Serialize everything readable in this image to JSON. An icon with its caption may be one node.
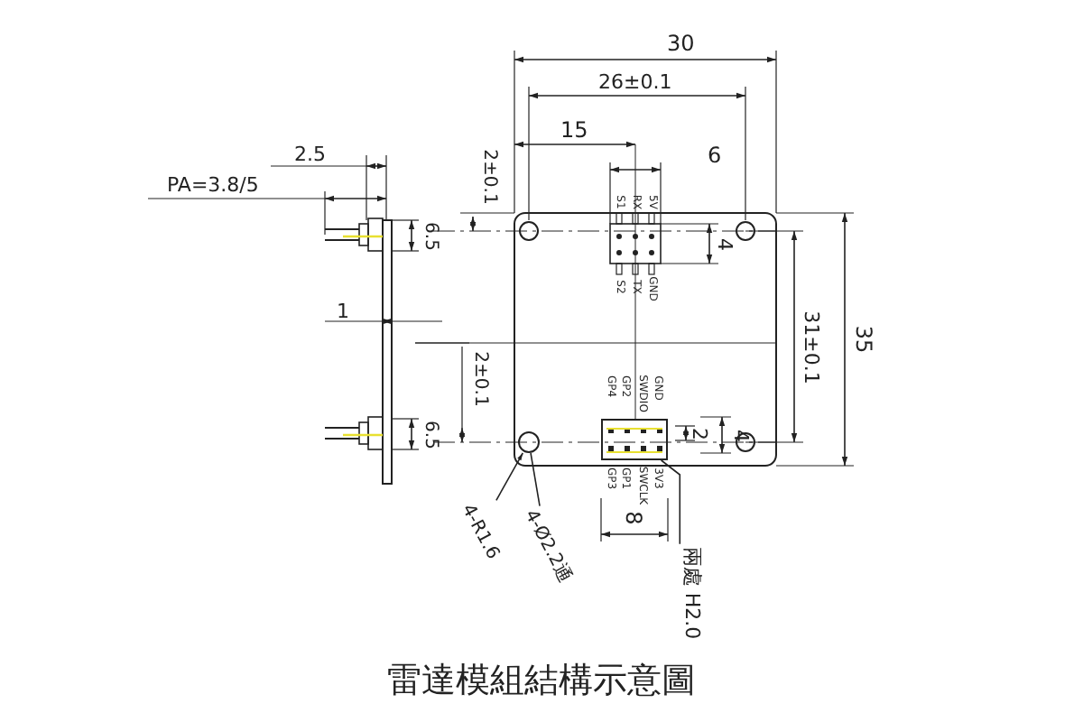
{
  "diagram": {
    "caption": "雷達模組結構示意圖",
    "nodes": [
      {
        "text": [
          "4-R1.6"
        ]
      },
      {
        "text": [
          "4-Ø2.2通"
        ]
      },
      {
        "text": [
          "兩處 H2.0"
        ]
      },
      {
        "text": [],
        "shape": "circle"
      },
      {
        "text": [],
        "shape": "box"
      }
    ],
    "edges": [
      {
        "from": 0,
        "to": 3,
        "arrow": "to"
      },
      {
        "from": 1,
        "to": 3,
        "arrow": "none"
      },
      {
        "from": 2,
        "to": 4,
        "arrow": "none"
      }
    ],
    "labels": [
      "2.5",
      "30",
      "26±0.1",
      "PA=3.8/5",
      "15",
      "6",
      "2±0.1",
      "S1",
      "RX",
      "5V",
      "6.5",
      "4",
      "S2",
      "TX",
      "GND",
      "1",
      "31±0.1",
      "35",
      "2±0.1",
      "GP4",
      "GP2",
      "SWDIO",
      "GND",
      "6.5",
      "2",
      "4",
      "GP3",
      "GP1",
      "SWCLK",
      "3V3",
      "8"
    ]
  }
}
